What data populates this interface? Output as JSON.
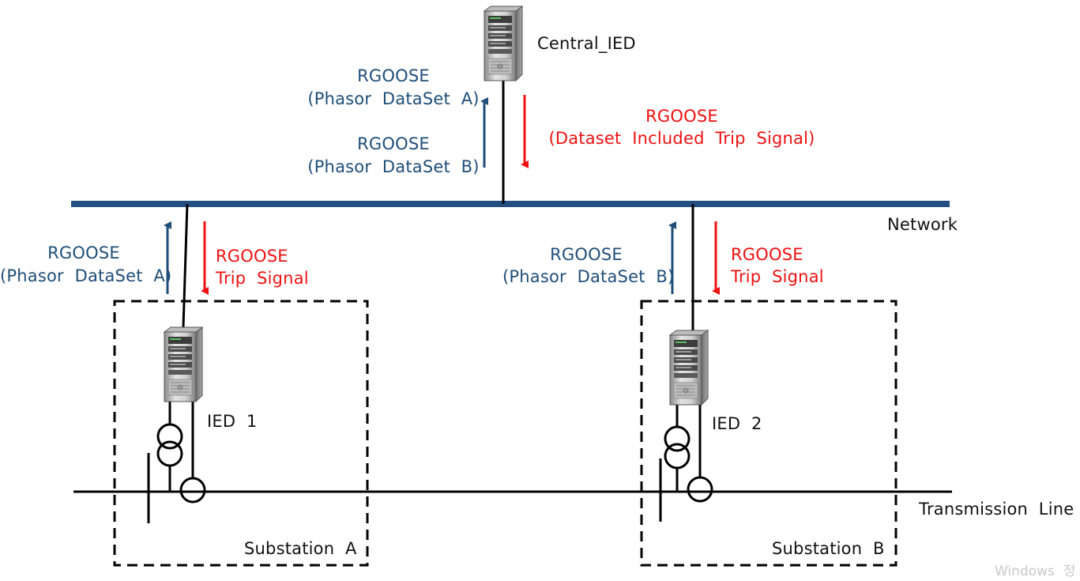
{
  "nodes": {
    "central": "Central_IED",
    "ied1": "IED  1",
    "ied2": "IED  2"
  },
  "network_label": "Network",
  "line_label": "Transmission  Line",
  "substations": {
    "a": "Substation  A",
    "b": "Substation  B"
  },
  "central_flows": {
    "up_a_1": "RGOOSE",
    "up_a_2": "(Phasor  DataSet  A)",
    "up_b_1": "RGOOSE",
    "up_b_2": "(Phasor  DataSet  B)",
    "down_1": "RGOOSE",
    "down_2": "(Dataset  Included  Trip  Signal)"
  },
  "sub_a_flows": {
    "up_1": "RGOOSE",
    "up_2": "(Phasor  DataSet  A)",
    "down_1": "RGOOSE",
    "down_2": "Trip  Signal"
  },
  "sub_b_flows": {
    "up_1": "RGOOSE",
    "up_2": "(Phasor  DataSet  B)",
    "down_1": "RGOOSE",
    "down_2": "Trip  Signal"
  },
  "watermark": "Windows  정",
  "colors": {
    "network_bus": "#244f82",
    "uplink": "#1f4e79",
    "downlink": "#ee1111"
  }
}
